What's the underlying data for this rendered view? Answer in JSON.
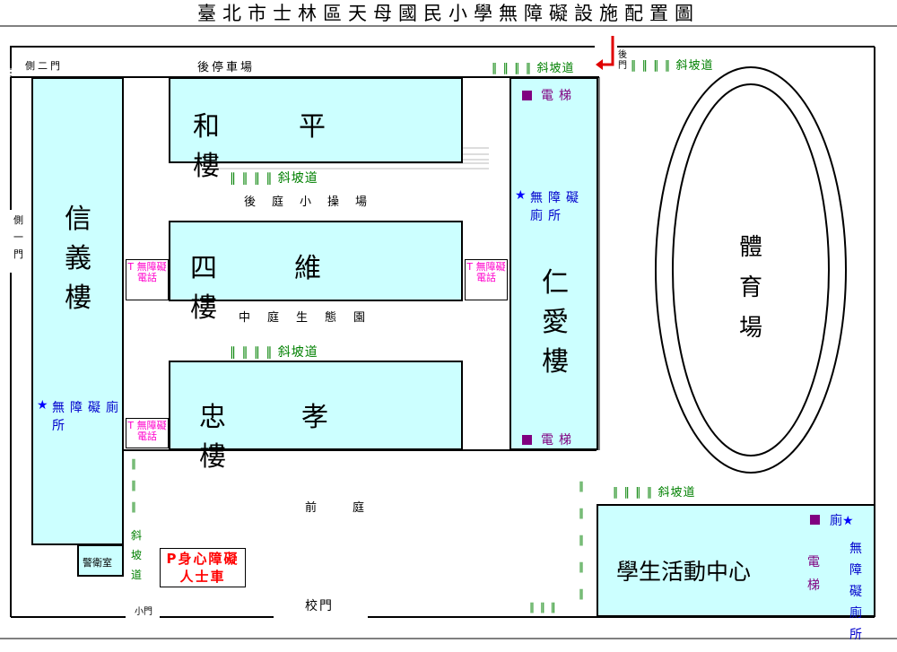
{
  "title": "臺北市士林區天母國民小學無障礙設施配置圖",
  "colors": {
    "building_fill": "#ccffff",
    "ramp": "#008000",
    "restroom": "#0000cc",
    "elevator": "#800080",
    "t_label": "#ff00cc",
    "parking": "#ff0000",
    "arrow": "#e00000"
  },
  "buildings": {
    "xinyi": "信義樓",
    "heping": "和平樓",
    "siwei": "四維樓",
    "zhongxiao": "忠孝樓",
    "renai": "仁愛樓",
    "activity_center": "學生活動中心",
    "guard_room": "警衛室"
  },
  "areas": {
    "back_parking": "後停車場",
    "back_playground": "後庭小操場",
    "middle_garden": "中庭生態園",
    "front_yard": "前庭",
    "stadium": "體育場"
  },
  "gates": {
    "side_gate_2": "側二門",
    "side_gate_1": "側一門",
    "back_gate": "後門",
    "school_gate": "校門",
    "small_gate": "小門"
  },
  "ramps": {
    "ramp_top_renai": "∥ ∥ ∥ ∥ 斜坡道",
    "ramp_top_right": "∥ ∥ ∥ ∥ 斜坡道",
    "ramp_heping": "∥ ∥ ∥ ∥ 斜坡道",
    "ramp_middle": "∥ ∥ ∥ ∥ 斜坡道",
    "ramp_stadium": "∥ ∥ ∥ ∥ 斜坡道",
    "ramp_front_left": "斜坡道"
  },
  "facilities": {
    "accessible_restroom": "無障礙廁所",
    "elevator": "電梯",
    "restroom_char": "廁",
    "accessible_parking": "P身心障礙人士車",
    "t_label_left_upper": "T 無障礙電話",
    "t_label_right_upper": "T 無障礙電話",
    "t_label_left_lower": "T 無障礙電話"
  },
  "icons": {
    "star": "★",
    "elevator_symbol": "square-icon"
  }
}
